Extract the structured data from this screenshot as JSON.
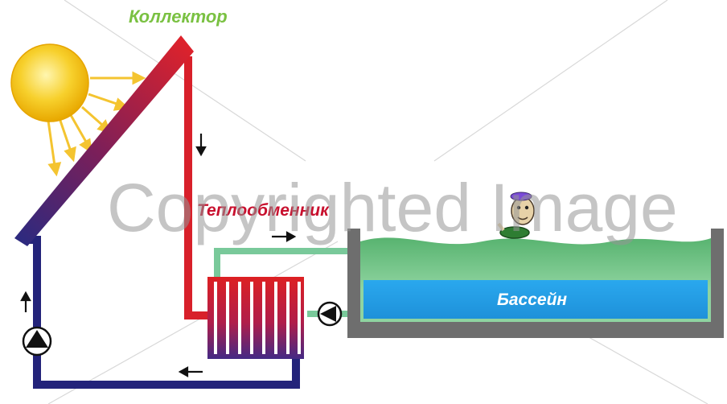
{
  "labels": {
    "collector": "Коллектор",
    "heat_exchanger": "Теплообменник",
    "pool": "Бассейн"
  },
  "watermark": "Copyrighted Image",
  "colors": {
    "collector_label": "#7ac142",
    "heat_exchanger_label": "#c8102e",
    "pool_label": "#ffffff",
    "hot_pipe": "#d8202a",
    "cold_pipe": "#23237a",
    "pool_pipe": "#79c99a",
    "pool_water_blue": "#27a9e8",
    "pool_water_green": "#5cb87a",
    "pool_wall": "#6e6e6e",
    "sun": "#f5c518",
    "sun_rays": "#f4c430"
  }
}
